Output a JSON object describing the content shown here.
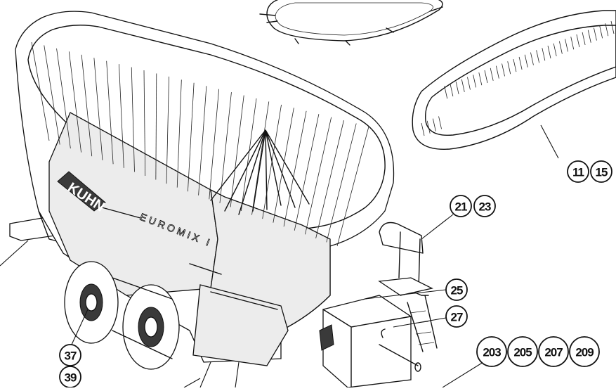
{
  "brand": {
    "logo_text": "KUHN",
    "model_text": "EUROMIX I"
  },
  "callouts": [
    {
      "id": "c11",
      "label": "11"
    },
    {
      "id": "c15",
      "label": "15"
    },
    {
      "id": "c21",
      "label": "21"
    },
    {
      "id": "c23",
      "label": "23"
    },
    {
      "id": "c25",
      "label": "25"
    },
    {
      "id": "c27",
      "label": "27"
    },
    {
      "id": "c37",
      "label": "37"
    },
    {
      "id": "c39",
      "label": "39"
    },
    {
      "id": "c203",
      "label": "203"
    },
    {
      "id": "c205",
      "label": "205"
    },
    {
      "id": "c207",
      "label": "207"
    },
    {
      "id": "c209",
      "label": "209"
    }
  ]
}
